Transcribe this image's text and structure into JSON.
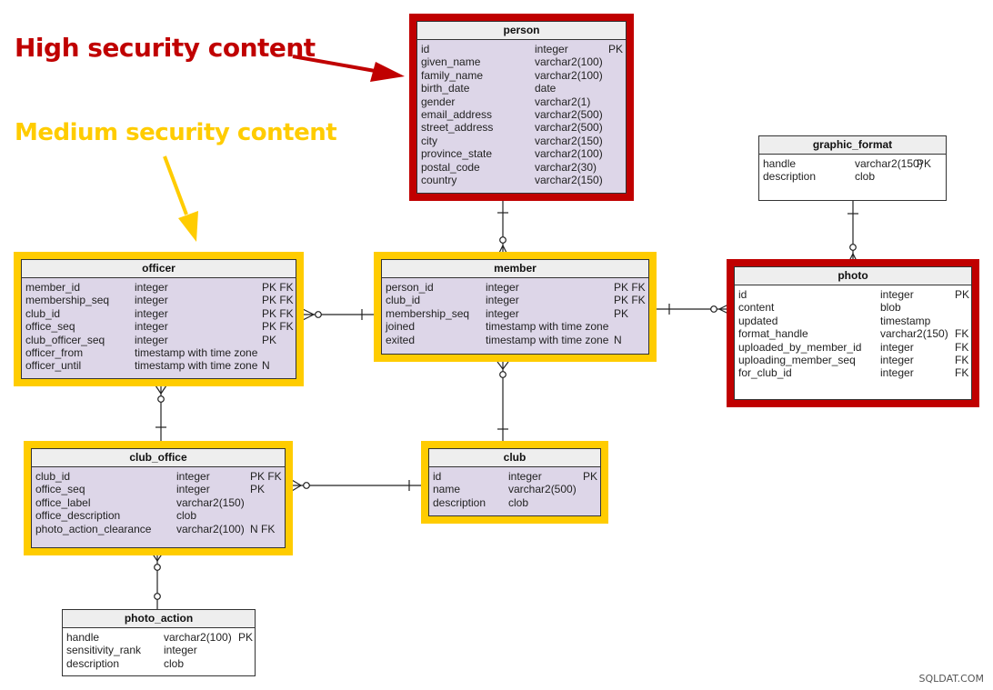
{
  "annotations": {
    "high": "High security content",
    "medium": "Medium security content",
    "high_color": "#c00000",
    "medium_color": "#ffcc00"
  },
  "watermark": "SQLDAT.COM",
  "entities": {
    "person": {
      "title": "person",
      "security": "high",
      "columns": [
        {
          "name": "id",
          "type": "integer",
          "key": "PK"
        },
        {
          "name": "given_name",
          "type": "varchar2(100)",
          "key": ""
        },
        {
          "name": "family_name",
          "type": "varchar2(100)",
          "key": ""
        },
        {
          "name": "birth_date",
          "type": "date",
          "key": ""
        },
        {
          "name": "gender",
          "type": "varchar2(1)",
          "key": ""
        },
        {
          "name": "email_address",
          "type": "varchar2(500)",
          "key": ""
        },
        {
          "name": "street_address",
          "type": "varchar2(500)",
          "key": ""
        },
        {
          "name": "city",
          "type": "varchar2(150)",
          "key": ""
        },
        {
          "name": "province_state",
          "type": "varchar2(100)",
          "key": ""
        },
        {
          "name": "postal_code",
          "type": "varchar2(30)",
          "key": ""
        },
        {
          "name": "country",
          "type": "varchar2(150)",
          "key": ""
        }
      ]
    },
    "graphic_format": {
      "title": "graphic_format",
      "security": "none",
      "columns": [
        {
          "name": "handle",
          "type": "varchar2(150)",
          "key": "PK"
        },
        {
          "name": "description",
          "type": "clob",
          "key": ""
        }
      ]
    },
    "officer": {
      "title": "officer",
      "security": "medium",
      "columns": [
        {
          "name": "member_id",
          "type": "integer",
          "key": "PK FK"
        },
        {
          "name": "membership_seq",
          "type": "integer",
          "key": "PK FK"
        },
        {
          "name": "club_id",
          "type": "integer",
          "key": "PK FK"
        },
        {
          "name": "office_seq",
          "type": "integer",
          "key": "PK FK"
        },
        {
          "name": "club_officer_seq",
          "type": "integer",
          "key": "PK"
        },
        {
          "name": "officer_from",
          "type": "timestamp with time zone",
          "key": ""
        },
        {
          "name": "officer_until",
          "type": "timestamp with time zone",
          "key": "N"
        }
      ]
    },
    "member": {
      "title": "member",
      "security": "medium",
      "columns": [
        {
          "name": "person_id",
          "type": "integer",
          "key": "PK FK"
        },
        {
          "name": "club_id",
          "type": "integer",
          "key": "PK FK"
        },
        {
          "name": "membership_seq",
          "type": "integer",
          "key": "PK"
        },
        {
          "name": "joined",
          "type": "timestamp with time zone",
          "key": ""
        },
        {
          "name": "exited",
          "type": "timestamp with time zone",
          "key": "N"
        }
      ]
    },
    "photo": {
      "title": "photo",
      "security": "high",
      "columns": [
        {
          "name": "id",
          "type": "integer",
          "key": "PK"
        },
        {
          "name": "content",
          "type": "blob",
          "key": ""
        },
        {
          "name": "updated",
          "type": "timestamp",
          "key": ""
        },
        {
          "name": "format_handle",
          "type": "varchar2(150)",
          "key": "FK"
        },
        {
          "name": "uploaded_by_member_id",
          "type": "integer",
          "key": "FK"
        },
        {
          "name": "uploading_member_seq",
          "type": "integer",
          "key": "FK"
        },
        {
          "name": "for_club_id",
          "type": "integer",
          "key": "FK"
        }
      ]
    },
    "club_office": {
      "title": "club_office",
      "security": "medium",
      "columns": [
        {
          "name": "club_id",
          "type": "integer",
          "key": "PK FK"
        },
        {
          "name": "office_seq",
          "type": "integer",
          "key": "PK"
        },
        {
          "name": "office_label",
          "type": "varchar2(150)",
          "key": ""
        },
        {
          "name": "office_description",
          "type": "clob",
          "key": ""
        },
        {
          "name": "photo_action_clearance",
          "type": "varchar2(100)",
          "key": "N FK"
        }
      ]
    },
    "club": {
      "title": "club",
      "security": "medium",
      "columns": [
        {
          "name": "id",
          "type": "integer",
          "key": "PK"
        },
        {
          "name": "name",
          "type": "varchar2(500)",
          "key": ""
        },
        {
          "name": "description",
          "type": "clob",
          "key": ""
        }
      ]
    },
    "photo_action": {
      "title": "photo_action",
      "security": "none",
      "columns": [
        {
          "name": "handle",
          "type": "varchar2(100)",
          "key": "PK"
        },
        {
          "name": "sensitivity_rank",
          "type": "integer",
          "key": ""
        },
        {
          "name": "description",
          "type": "clob",
          "key": ""
        }
      ]
    }
  }
}
